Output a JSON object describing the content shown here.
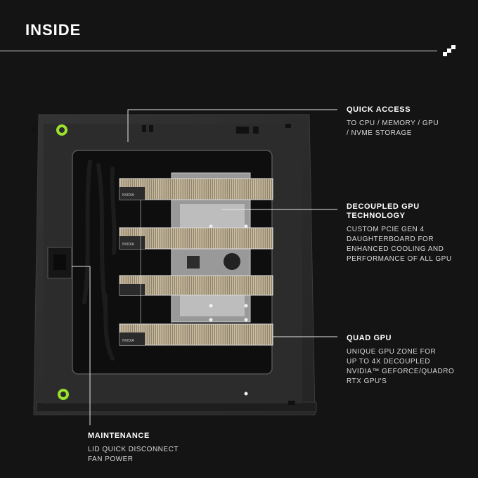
{
  "page": {
    "title": "INSIDE"
  },
  "callouts": {
    "quick_access": {
      "heading": "QUICK ACCESS",
      "body": "TO CPU / MEMORY / GPU\n/ NVME STORAGE"
    },
    "decoupled_gpu": {
      "heading": "DECOUPLED GPU\nTECHNOLOGY",
      "body": "CUSTOM PCIE GEN 4\nDAUGHTERBOARD FOR\nENHANCED COOLING AND\nPERFORMANCE OF ALL GPU"
    },
    "quad_gpu": {
      "heading": "QUAD GPU",
      "body": "UNIQUE GPU ZONE FOR\nUP TO 4X DECOUPLED\nNVIDIA™ GEFORCE/QUADRO\nRTX GPU'S"
    },
    "maintenance": {
      "heading": "MAINTENANCE",
      "body": "LID QUICK DISCONNECT\nFAN POWER"
    }
  },
  "gpu_card_label": "NVIDIA",
  "colors": {
    "background": "#141414",
    "accent_green": "#9be22d",
    "leader_line": "#e6e6e6",
    "case_body": "#2a2a2a",
    "heatsink_fins": "#b8ab93"
  }
}
